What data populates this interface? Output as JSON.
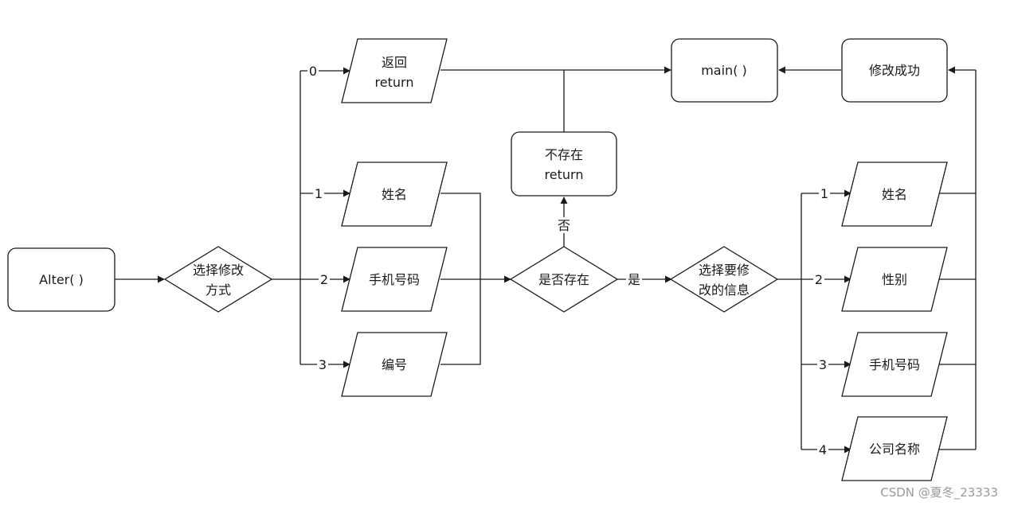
{
  "nodes": {
    "alter": {
      "text": [
        "Alter( )"
      ]
    },
    "choose_mode": {
      "text": [
        "选择修改",
        "方式"
      ]
    },
    "return_opt": {
      "text": [
        "返回",
        "return"
      ]
    },
    "by_name": {
      "text": [
        "姓名"
      ]
    },
    "by_phone": {
      "text": [
        "手机号码"
      ]
    },
    "by_number": {
      "text": [
        "编号"
      ]
    },
    "exists": {
      "text": [
        "是否存在"
      ]
    },
    "not_exist": {
      "text": [
        "不存在",
        "return"
      ]
    },
    "main": {
      "text": [
        "main( )"
      ]
    },
    "choose_info": {
      "text": [
        "选择要修",
        "改的信息"
      ]
    },
    "edit_name": {
      "text": [
        "姓名"
      ]
    },
    "edit_gender": {
      "text": [
        "性别"
      ]
    },
    "edit_phone": {
      "text": [
        "手机号码"
      ]
    },
    "edit_company": {
      "text": [
        "公司名称"
      ]
    },
    "success": {
      "text": [
        "修改成功"
      ]
    }
  },
  "edge_labels": {
    "opt0": "0",
    "opt1": "1",
    "opt2": "2",
    "opt3": "3",
    "no": "否",
    "yes": "是",
    "info1": "1",
    "info2": "2",
    "info3": "3",
    "info4": "4"
  },
  "watermark": "CSDN @夏冬_23333"
}
